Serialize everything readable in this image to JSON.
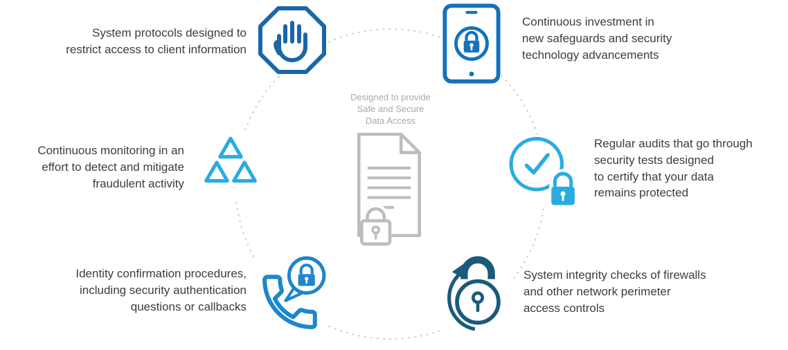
{
  "title": "Designed to provide Safe and Secure Data Access",
  "colors": {
    "dark_blue": "#1a66a8",
    "medium_blue": "#1572b8",
    "bright_blue": "#1d86cc",
    "light_blue": "#29abe2",
    "dark_teal": "#1a5a7a",
    "center_gray": "#bdbdbd",
    "dotted_ring_gray": "#c9c9c9",
    "text_gray": "#3c3c3c"
  },
  "center": {
    "caption": "Designed to provide\nSafe and Secure\nData Access",
    "icon": "secure-document-lock-icon"
  },
  "items": [
    {
      "position": "top-left",
      "icon": "stop-hand-octagon-icon",
      "color": "#1a66a8",
      "text": "System protocols designed to\nrestrict access to client information"
    },
    {
      "position": "top-right",
      "icon": "tablet-lock-icon",
      "color": "#1572b8",
      "text": "Continuous investment in\nnew safeguards and security\ntechnology advancements"
    },
    {
      "position": "right",
      "icon": "audit-check-lock-icon",
      "color": "#29abe2",
      "text": "Regular audits that go through\nsecurity tests designed\nto certify that your data\nremains protected"
    },
    {
      "position": "bottom-right",
      "icon": "lock-refresh-icon",
      "color": "#1a5a7a",
      "text": "System integrity checks of firewalls\nand other network perimeter\naccess controls"
    },
    {
      "position": "bottom-left",
      "icon": "phone-lock-bubble-icon",
      "color": "#1d86cc",
      "text": "Identity confirmation procedures,\nincluding security authentication\nquestions or callbacks"
    },
    {
      "position": "left",
      "icon": "monitoring-triangles-icon",
      "color": "#29abe2",
      "text": "Continuous monitoring in an\neffort to detect and mitigate\nfraudulent activity"
    }
  ]
}
